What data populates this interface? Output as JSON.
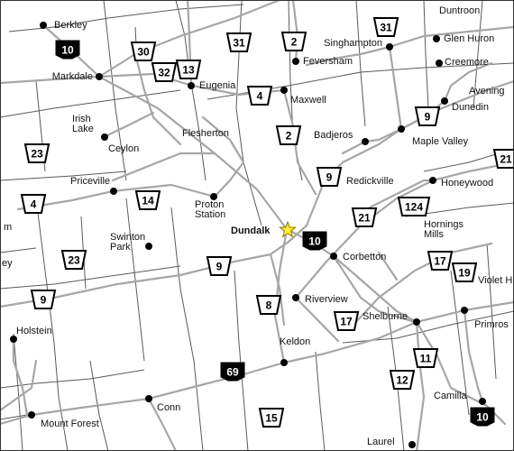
{
  "map": {
    "focus_town": "Dundalk",
    "colors": {
      "road": "#a6a6a6",
      "township_line": "#5a5a5a",
      "star": "#ffee33",
      "provincial_shield": "#000000"
    },
    "icons": {
      "town": "filled-circle-icon",
      "focus": "star-icon",
      "county_road": "county-road-shield-icon",
      "provincial_highway": "highway-shield-icon"
    },
    "places": [
      {
        "id": "berkley",
        "name": "Berkley"
      },
      {
        "id": "markdale",
        "name": "Markdale"
      },
      {
        "id": "eugenia",
        "name": "Eugenia"
      },
      {
        "id": "feversham",
        "name": "Feversham"
      },
      {
        "id": "singhampton",
        "name": "Singhampton"
      },
      {
        "id": "duntroon",
        "name": "Duntroon"
      },
      {
        "id": "glen-huron",
        "name": "Glen Huron"
      },
      {
        "id": "creemore",
        "name": "Creemore"
      },
      {
        "id": "avening",
        "name": "Avening"
      },
      {
        "id": "dunedin",
        "name": "Dunedin"
      },
      {
        "id": "maxwell",
        "name": "Maxwell"
      },
      {
        "id": "irish-lake",
        "name": "Irish\nLake"
      },
      {
        "id": "ceylon",
        "name": "Ceylon"
      },
      {
        "id": "flesherton",
        "name": "Flesherton"
      },
      {
        "id": "badjeros",
        "name": "Badjeros"
      },
      {
        "id": "maple-valley",
        "name": "Maple Valley"
      },
      {
        "id": "priceville",
        "name": "Priceville"
      },
      {
        "id": "redickville",
        "name": "Redickville"
      },
      {
        "id": "honeywood",
        "name": "Honeywood"
      },
      {
        "id": "proton-station",
        "name": "Proton\nStation"
      },
      {
        "id": "hornings-mills",
        "name": "Hornings\nMills"
      },
      {
        "id": "dundalk",
        "name": "Dundalk"
      },
      {
        "id": "swinton-park",
        "name": "Swinton\nPark"
      },
      {
        "id": "corbetton",
        "name": "Corbetton"
      },
      {
        "id": "violet-hill",
        "name": "Violet H"
      },
      {
        "id": "riverview",
        "name": "Riverview"
      },
      {
        "id": "shelburne",
        "name": "Shelburne"
      },
      {
        "id": "primrose",
        "name": "Primros"
      },
      {
        "id": "holstein",
        "name": "Holstein"
      },
      {
        "id": "keldon",
        "name": "Keldon"
      },
      {
        "id": "camilla",
        "name": "Camilla"
      },
      {
        "id": "conn",
        "name": "Conn"
      },
      {
        "id": "mount-forest",
        "name": "Mount Forest"
      },
      {
        "id": "laurel",
        "name": "Laurel"
      },
      {
        "id": "edge-m",
        "name": "m"
      },
      {
        "id": "edge-ey",
        "name": "ey"
      }
    ],
    "shields": [
      {
        "id": "hwy10-nw",
        "num": "10",
        "type": "provincial"
      },
      {
        "id": "cr30",
        "num": "30",
        "type": "county"
      },
      {
        "id": "cr31-w",
        "num": "31",
        "type": "county"
      },
      {
        "id": "cr2-n",
        "num": "2",
        "type": "county"
      },
      {
        "id": "cr31-e",
        "num": "31",
        "type": "county"
      },
      {
        "id": "cr32",
        "num": "32",
        "type": "county"
      },
      {
        "id": "cr13",
        "num": "13",
        "type": "county"
      },
      {
        "id": "cr4-e",
        "num": "4",
        "type": "county"
      },
      {
        "id": "cr9-ne",
        "num": "9",
        "type": "county"
      },
      {
        "id": "cr23-n",
        "num": "23",
        "type": "county"
      },
      {
        "id": "cr2-s",
        "num": "2",
        "type": "county"
      },
      {
        "id": "cr21-ne",
        "num": "21",
        "type": "county"
      },
      {
        "id": "cr9-mid",
        "num": "9",
        "type": "county"
      },
      {
        "id": "cr4-w",
        "num": "4",
        "type": "county"
      },
      {
        "id": "cr14",
        "num": "14",
        "type": "county"
      },
      {
        "id": "cr124",
        "num": "124",
        "type": "county"
      },
      {
        "id": "cr21-s",
        "num": "21",
        "type": "county"
      },
      {
        "id": "hwy10-mid",
        "num": "10",
        "type": "provincial"
      },
      {
        "id": "cr23-s",
        "num": "23",
        "type": "county"
      },
      {
        "id": "cr9-s",
        "num": "9",
        "type": "county"
      },
      {
        "id": "cr17-e",
        "num": "17",
        "type": "county"
      },
      {
        "id": "cr19",
        "num": "19",
        "type": "county"
      },
      {
        "id": "cr9-w",
        "num": "9",
        "type": "county"
      },
      {
        "id": "cr8",
        "num": "8",
        "type": "county"
      },
      {
        "id": "cr17-s",
        "num": "17",
        "type": "county"
      },
      {
        "id": "hwy69",
        "num": "69",
        "type": "provincial"
      },
      {
        "id": "cr11",
        "num": "11",
        "type": "county"
      },
      {
        "id": "cr12",
        "num": "12",
        "type": "county"
      },
      {
        "id": "cr15",
        "num": "15",
        "type": "county"
      },
      {
        "id": "hwy10-se",
        "num": "10",
        "type": "provincial"
      }
    ]
  }
}
